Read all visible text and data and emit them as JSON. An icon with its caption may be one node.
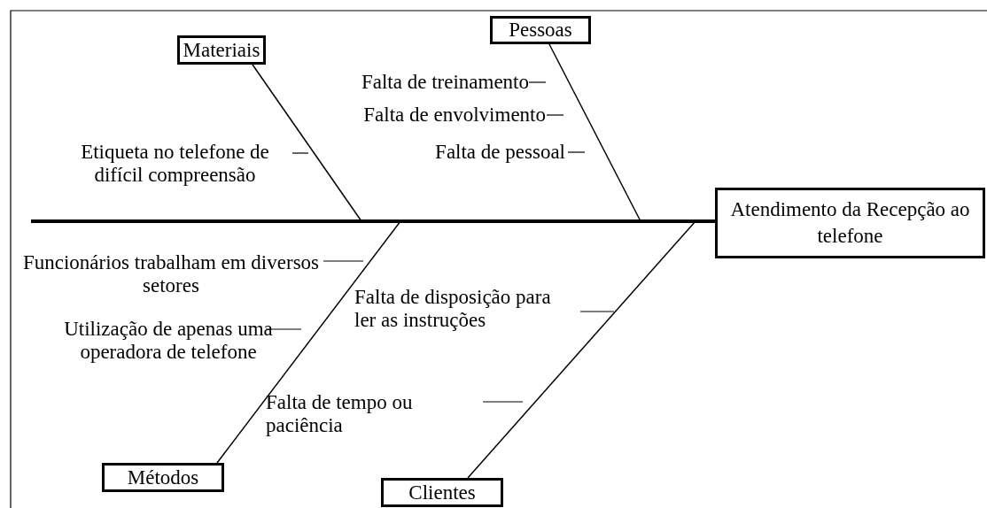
{
  "diagram": {
    "nodes": [
      {
        "text": [
          "Materiais"
        ]
      },
      {
        "text": [
          "Pessoas"
        ]
      },
      {
        "text": [
          "Atendimento da Recepção ao telefone"
        ]
      },
      {
        "text": [
          "Métodos"
        ]
      },
      {
        "text": [
          "Clientes"
        ]
      }
    ],
    "edges": [
      {
        "from": null,
        "to": 2,
        "arrow": "none",
        "style": "thick"
      },
      {
        "from": 0,
        "to": null,
        "arrow": "none"
      },
      {
        "from": 1,
        "to": null,
        "arrow": "none"
      },
      {
        "from": 3,
        "to": null,
        "arrow": "none"
      },
      {
        "from": 4,
        "to": null,
        "arrow": "none"
      }
    ],
    "labels": [
      "Falta de treinamento",
      "Falta de envolvimento",
      "Etiqueta no telefone de difícil compreensão",
      "Falta de pessoal",
      "Funcionários trabalham em diversos setores",
      "Falta de disposição para ler as instruções",
      "Utilização de apenas uma operadora de telefone",
      "Falta de tempo ou paciência"
    ]
  }
}
